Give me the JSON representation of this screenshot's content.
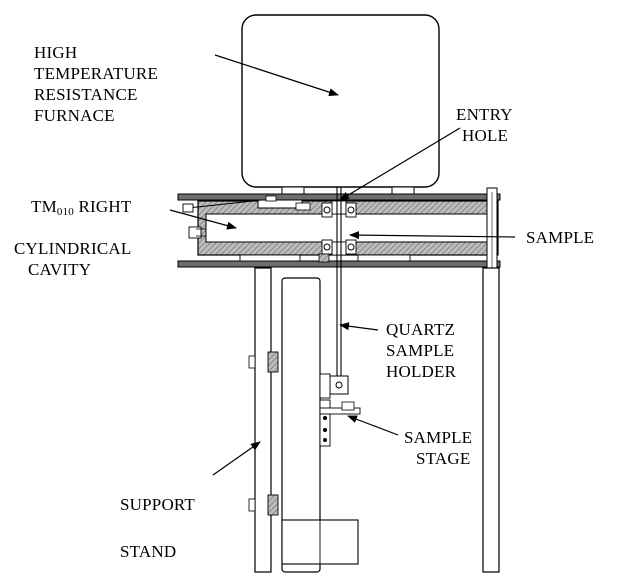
{
  "labels": {
    "furnace": [
      "HIGH",
      "TEMPERATURE",
      "RESISTANCE",
      "FURNACE"
    ],
    "entry_hole": [
      "ENTRY",
      "HOLE"
    ],
    "cavity_tm": "TM",
    "cavity_tm_sub": "010",
    "cavity_right": " RIGHT",
    "cavity_rest": [
      "CYLINDRICAL",
      "CAVITY"
    ],
    "sample": "SAMPLE",
    "quartz_holder": [
      "QUARTZ",
      "SAMPLE",
      "HOLDER"
    ],
    "sample_stage": [
      "SAMPLE",
      "STAGE"
    ],
    "support": "SUPPORT",
    "stand": "STAND"
  },
  "colors": {
    "ink": "#000000",
    "hatch": "#8a8a8a",
    "frame_fill": "#6e6e6e"
  }
}
